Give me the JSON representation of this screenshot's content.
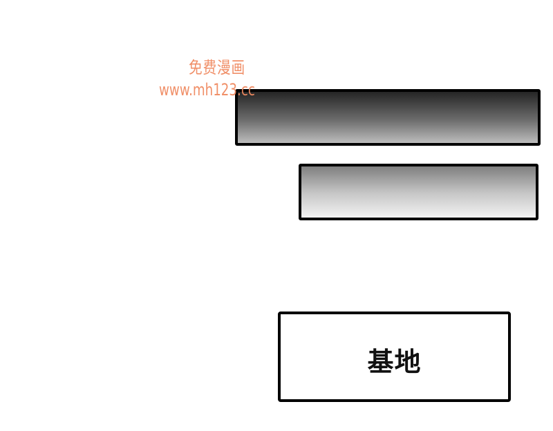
{
  "watermark": {
    "line1": "免费漫画",
    "line2": "www.mh123.cc",
    "color": "#f08a60"
  },
  "caption": {
    "text": "基地"
  },
  "panels": {
    "dark_gradient": [
      "#252525",
      "#6c6c6c",
      "#bdbdbd"
    ],
    "light_gradient": [
      "#7f7f7f",
      "#c6c6c6",
      "#f3f3f3"
    ]
  }
}
